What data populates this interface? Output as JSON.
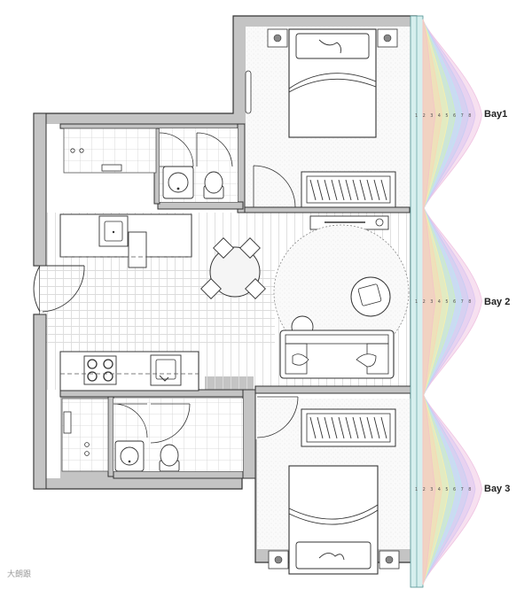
{
  "bays": [
    {
      "label": "Bay1",
      "numbers": [
        "1",
        "2",
        "3",
        "4",
        "5",
        "6",
        "7",
        "8"
      ]
    },
    {
      "label": "Bay 2",
      "numbers": [
        "1",
        "2",
        "3",
        "4",
        "5",
        "6",
        "7",
        "8"
      ]
    },
    {
      "label": "Bay 3",
      "numbers": [
        "1",
        "2",
        "3",
        "4",
        "5",
        "6",
        "7",
        "8"
      ]
    }
  ],
  "watermark": "大朗跟",
  "colors": {
    "wall": "#c8c8c8",
    "wall_stroke": "#3a3a3a",
    "glass": "#cfe9ea",
    "floor_lines": "#d9d9d9",
    "wedges": [
      "#f4c6c6",
      "#f7d9b5",
      "#f4efb0",
      "#cdeec1",
      "#bfe3f3",
      "#c9cdf3",
      "#dcc7f0",
      "#f0c7e3"
    ]
  },
  "icons": [
    "bed-icon",
    "sofa-icon",
    "dining-table-icon",
    "stove-icon",
    "sink-icon",
    "toilet-icon",
    "basin-icon",
    "wardrobe-icon",
    "shower-icon",
    "door-swing-icon",
    "round-rug-icon"
  ]
}
